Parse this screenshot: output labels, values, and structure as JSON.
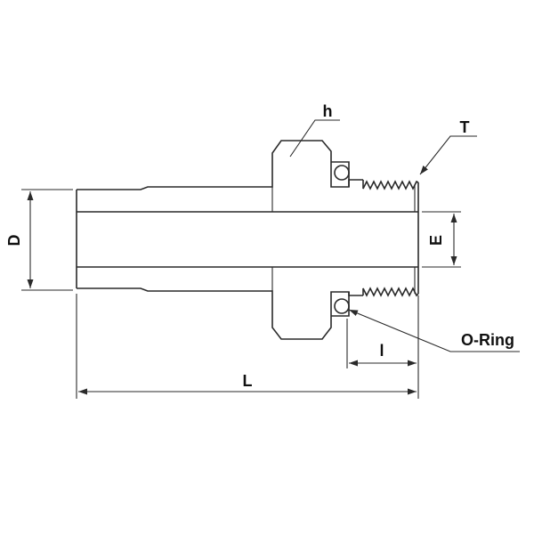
{
  "labels": {
    "D": "D",
    "E": "E",
    "L": "L",
    "l": "l",
    "h": "h",
    "T": "T",
    "oring": "O-Ring"
  }
}
